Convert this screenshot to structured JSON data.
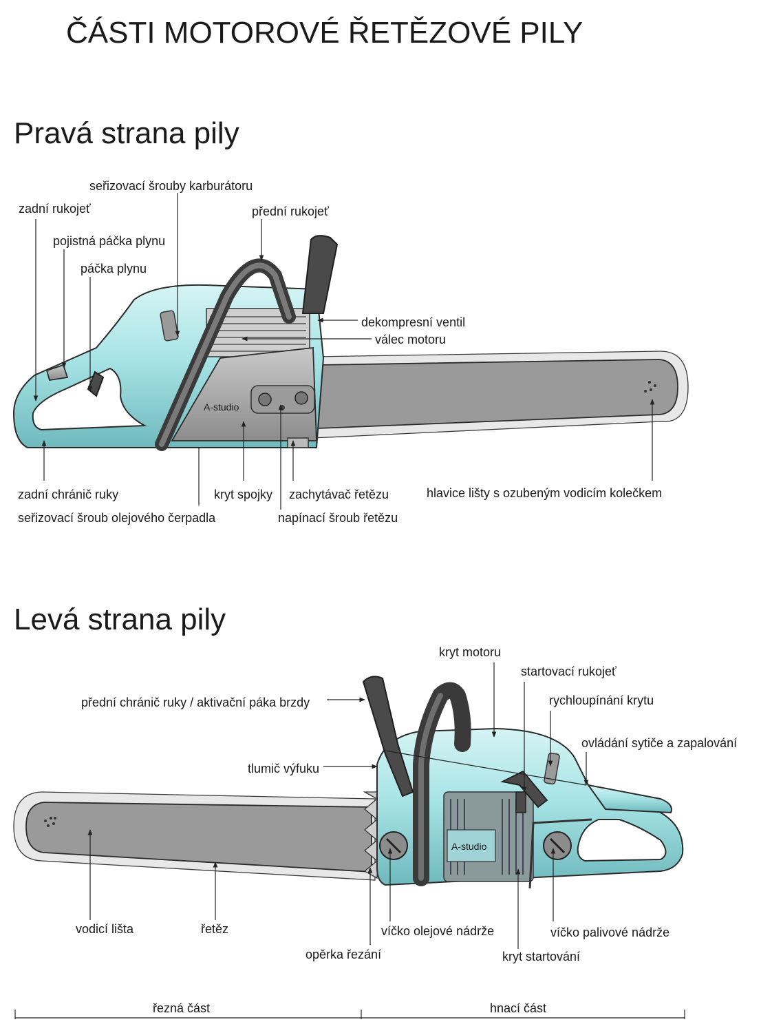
{
  "title": "ČÁSTI MOTOROVÉ ŘETĚZOVÉ PILY",
  "right_side": {
    "heading": "Pravá strana pily",
    "labels": {
      "carb_screws": "seřizovací šrouby karburátoru",
      "rear_handle": "zadní rukojeť",
      "front_handle": "přední rukojeť",
      "throttle_lock": "pojistná páčka plynu",
      "throttle": "páčka plynu",
      "decomp_valve": "dekompresní ventil",
      "cylinder": "válec motoru",
      "rear_guard": "zadní chránič ruky",
      "clutch_cover": "kryt spojky",
      "chain_catcher": "zachytávač řetězu",
      "bar_nose": "hlavice lišty s ozubeným vodicím kolečkem",
      "oil_pump_screw": "seřizovací šroub olejového čerpadla",
      "chain_tension": "napínací šroub řetězu"
    }
  },
  "left_side": {
    "heading": "Levá strana pily",
    "labels": {
      "engine_cover": "kryt motoru",
      "starter_handle": "startovací rukojeť",
      "front_guard": "přední chránič ruky / aktivační páka brzdy",
      "quick_release": "rychloupínání krytu",
      "choke": "ovládání sytiče a zapalování",
      "muffler": "tlumič výfuku",
      "guide_bar": "vodicí lišta",
      "chain": "řetěz",
      "oil_cap": "víčko olejové nádrže",
      "fuel_cap": "víčko palivové nádrže",
      "bumper": "opěrka řezání",
      "starter_cover": "kryt startování"
    }
  },
  "logo": "A-studio",
  "sections": {
    "cutting": "řezná část",
    "drive": "hnací část"
  }
}
